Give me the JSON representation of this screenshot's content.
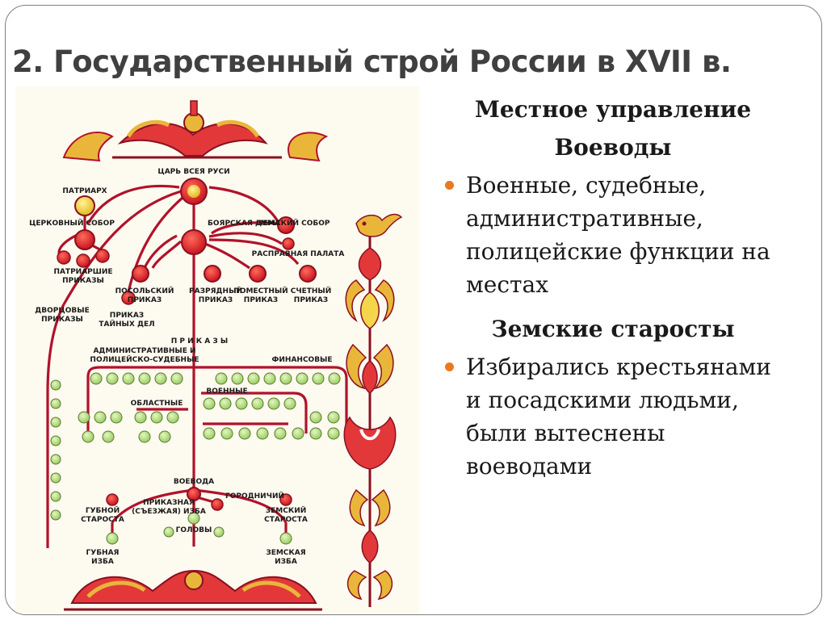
{
  "slide_title": "2. Государственный строй России в XVII в.",
  "right_panel": {
    "heading_main": "Местное управление",
    "heading_voevody": "Воеводы",
    "bullet_voevody": "Военные, судебные, административные, полицейские функции на местах",
    "heading_starosty": "Земские старосты",
    "bullet_starosty": "Избирались крестьянами и посадскими людьми, были вытеснены воеводами"
  },
  "diagram": {
    "tsar": "ЦАРЬ ВСЕЯ РУСИ",
    "patriarch": "ПАТРИАРХ",
    "church_council": "ЦЕРКОВНЫЙ СОБОР",
    "patriarch_prikazy_1": "ПАТРИАРШИЕ",
    "patriarch_prikazy_2": "ПРИКАЗЫ",
    "boyar_duma": "БОЯРСКАЯ ДУМА",
    "zemsky_sobor": "ЗЕМСКИЙ СОБОР",
    "raspravnaya_palata": "РАСПРАВНАЯ ПАЛАТА",
    "posolsky_1": "ПОСОЛЬСКИЙ",
    "posolsky_2": "ПРИКАЗ",
    "razryadny_1": "РАЗРЯДНЫЙ",
    "razryadny_2": "ПРИКАЗ",
    "pomestny_1": "ПОМЕСТНЫЙ",
    "pomestny_2": "ПРИКАЗ",
    "schetny_1": "СЧЕТНЫЙ",
    "schetny_2": "ПРИКАЗ",
    "dvortsovye_1": "ДВОРЦОВЫЕ",
    "dvortsovye_2": "ПРИКАЗЫ",
    "tainykh_1": "ПРИКАЗ",
    "tainykh_2": "ТАЙНЫХ ДЕЛ",
    "prikazy": "П Р И К А З Ы",
    "admin_1": "АДМИНИСТРАТИВНЫЕ И",
    "admin_2": "ПОЛИЦЕЙСКО-СУДЕБНЫЕ",
    "finansovye": "ФИНАНСОВЫЕ",
    "oblastnye": "ОБЛАСТНЫЕ",
    "voennye": "ВОЕННЫЕ",
    "voevoda": "ВОЕВОДА",
    "gorodnichiy": "ГОРОДНИЧИЙ",
    "gubnoy_starosta_1": "ГУБНОЙ",
    "gubnoy_starosta_2": "СТАРОСТА",
    "prikaznaya_izba_1": "ПРИКАЗНАЯ",
    "prikaznaya_izba_2": "(СЪЕЗЖАЯ) ИЗБА",
    "zemsky_starosta_1": "ЗЕМСКИЙ",
    "zemsky_starosta_2": "СТАРОСТА",
    "golovy": "ГОЛОВЫ",
    "gubnaya_izba_1": "ГУБНАЯ",
    "gubnaya_izba_2": "ИЗБА",
    "zemskaya_izba_1": "ЗЕМСКАЯ",
    "zemskaya_izba_2": "ИЗБА"
  },
  "colors": {
    "title": "#404040",
    "bullet": "#e87a22",
    "diagram_line": "#b0122a",
    "node_red": "#e0202e",
    "node_green": "#b9e08a",
    "node_yellow": "#f4d64a"
  }
}
